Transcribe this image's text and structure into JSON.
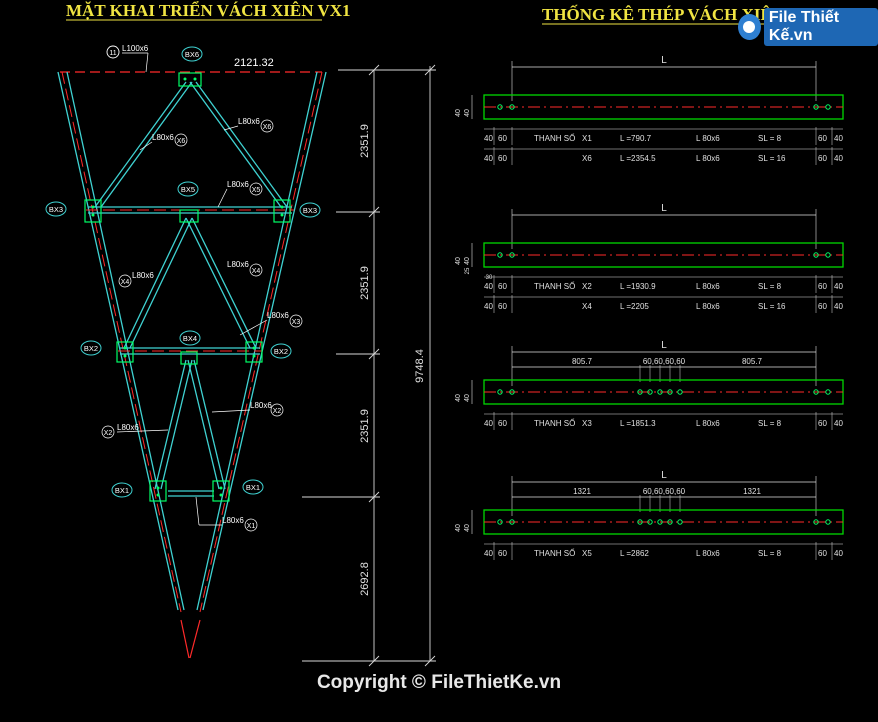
{
  "titles": {
    "left": "MẶT KHAI TRIỂN VÁCH XIÊN VX1",
    "right": "THỐNG KÊ  THÉP VÁCH XIÊN VX1"
  },
  "logo": {
    "text": "File Thiết Kế.vn",
    "icon": "globe-icon"
  },
  "copyright": "Copyright © FileThietKe.vn",
  "truss": {
    "top_dim": "2121.32",
    "overall_dim": "9748.4",
    "segment_dims": [
      "2351.9",
      "2351.9",
      "2351.9",
      "2692.8"
    ],
    "top_tag": "11",
    "top_profile": "L100x6",
    "nodes": [
      "BX6",
      "BX5",
      "BX3",
      "BX3",
      "BX4",
      "BX2",
      "BX2",
      "BX1",
      "BX1"
    ],
    "member_labels": [
      {
        "profile": "L80x6",
        "tag": "X6"
      },
      {
        "profile": "L80x6",
        "tag": "X6"
      },
      {
        "profile": "L80x6",
        "tag": "X5"
      },
      {
        "profile": "L80x6",
        "tag": "X4"
      },
      {
        "profile": "L80x6",
        "tag": "X4"
      },
      {
        "profile": "L80x6",
        "tag": "X3"
      },
      {
        "profile": "L80x6",
        "tag": "X2"
      },
      {
        "profile": "L80x6",
        "tag": "X2"
      },
      {
        "profile": "L80x6",
        "tag": "X1"
      }
    ]
  },
  "schedule": {
    "length_symbol": "L",
    "end_dims": [
      "40",
      "60"
    ],
    "end_dims_right": [
      "60",
      "40"
    ],
    "bar_dims": [
      "40",
      "40"
    ],
    "groups": [
      {
        "rows": [
          {
            "label": "THANH SỐ",
            "tag": "X1",
            "length": "L =790.7",
            "profile": "L 80x6",
            "qty": "SL = 8"
          },
          {
            "label": "",
            "tag": "X6",
            "length": "L =2354.5",
            "profile": "L 80x6",
            "qty": "SL = 16"
          }
        ]
      },
      {
        "side_dims": [
          "25",
          "30"
        ],
        "rows": [
          {
            "label": "THANH SỐ",
            "tag": "X2",
            "length": "L =1930.9",
            "profile": "L 80x6",
            "qty": "SL = 8"
          },
          {
            "label": "",
            "tag": "X4",
            "length": "L =2205",
            "profile": "L 80x6",
            "qty": "SL = 16"
          }
        ]
      },
      {
        "mid_dims": [
          "805.7",
          "60,60,60,60",
          "805.7"
        ],
        "rows": [
          {
            "label": "THANH SỐ",
            "tag": "X3",
            "length": "L =1851.3",
            "profile": "L 80x6",
            "qty": "SL = 8"
          }
        ]
      },
      {
        "mid_dims": [
          "1321",
          "60,60,60,60",
          "1321"
        ],
        "rows": [
          {
            "label": "THANH SỐ",
            "tag": "X5",
            "length": "L =2862",
            "profile": "L 80x6",
            "qty": "SL = 8"
          }
        ]
      }
    ]
  },
  "colors": {
    "background": "#000000",
    "title": "#f0e442",
    "member": "#3fd2d2",
    "dim": "#e0e0e0",
    "bar": "#00d800",
    "centerline": "#ff2a2a",
    "bolt": "#00ff66"
  }
}
